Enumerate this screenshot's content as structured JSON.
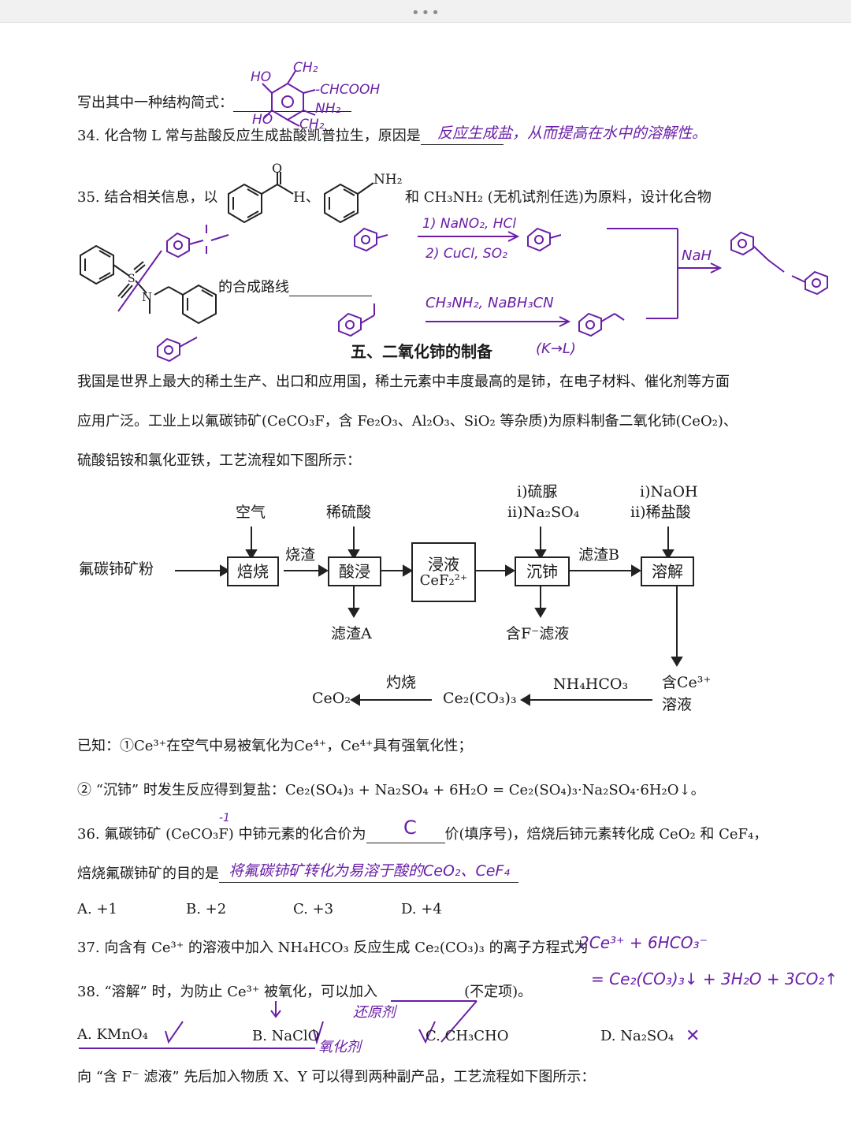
{
  "header": {
    "dots": "•••"
  },
  "q33": {
    "prompt": "写出其中一种结构简式："
  },
  "q34": {
    "text": "34. 化合物 L 常与盐酸反应生成盐酸凯普拉生，原因是",
    "hw_answer": "反应生成盐，从而提高在水中的溶解性。"
  },
  "q35": {
    "text_a": "35. 结合相关信息，以",
    "text_b": "、",
    "text_c": "和 CH₃NH₂ (无机试剂任选)为原料，设计化合物",
    "text_d": "的合成路线",
    "nh2": "NH₂",
    "h": "H",
    "o": "O",
    "hw_step1": "1) NaNO₂, HCl",
    "hw_step2": "2) CuCl, SO₂",
    "hw_step3": "CH₃NH₂, NaBH₃CN",
    "hw_step4": "NaH",
    "hw_note": "(K→L)"
  },
  "section5": {
    "title": "五、二氧化铈的制备",
    "para1": "我国是世界上最大的稀土生产、出口和应用国，稀土元素中丰度最高的是铈，在电子材料、催化剂等方面",
    "para2": "应用广泛。工业上以氟碳铈矿(CeCO₃F，含 Fe₂O₃、Al₂O₃、SiO₂ 等杂质)为原料制备二氧化铈(CeO₂)、",
    "para3": "硫酸铝铵和氯化亚铁，工艺流程如下图所示："
  },
  "flow": {
    "start": "氟碳铈矿粉",
    "air": "空气",
    "roast": "焙烧",
    "slag": "烧渣",
    "acid": "稀硫酸",
    "leach": "酸浸",
    "residueA": "滤渣A",
    "liquor_line1": "浸液",
    "liquor_line2": "CeF₂²⁺",
    "reagent1a": "i)硫脲",
    "reagent1b": "ii)Na₂SO₄",
    "precip": "沉铈",
    "filtrateF": "含F⁻滤液",
    "residueB": "滤渣B",
    "reagent2a": "i)NaOH",
    "reagent2b": "ii)稀盐酸",
    "dissolve": "溶解",
    "ce3_line1": "含Ce³⁺",
    "ce3_line2": "溶液",
    "nh4hco3": "NH₄HCO₃",
    "ce2co3": "Ce₂(CO₃)₃",
    "burn": "灼烧",
    "ceo2": "CeO₂"
  },
  "known": {
    "k1": "已知：①Ce³⁺在空气中易被氧化为Ce⁴⁺，Ce⁴⁺具有强氧化性；",
    "k2": "② “沉铈” 时发生反应得到复盐：Ce₂(SO₄)₃ + Na₂SO₄ + 6H₂O = Ce₂(SO₄)₃·Na₂SO₄·6H₂O↓。"
  },
  "q36": {
    "text_a": "36. 氟碳铈矿 (CeCO₃F) 中铈元素的化合价为",
    "text_b": "价(填序号)，焙烧后铈元素转化成 CeO₂ 和 CeF₄，",
    "text_c": "焙烧氟碳铈矿的目的是",
    "hw_choice": "C",
    "hw_answer": "将氟碳铈矿转化为易溶于酸的CeO₂、CeF₄",
    "hw_mark": "-1",
    "optA": "A.  +1",
    "optB": "B.  +2",
    "optC": "C.  +3",
    "optD": "D.  +4"
  },
  "q37": {
    "text": "37. 向含有 Ce³⁺ 的溶液中加入 NH₄HCO₃ 反应生成 Ce₂(CO₃)₃ 的离子方程式为",
    "hw_part1": "2Ce³⁺ + 6HCO₃⁻",
    "hw_part2": "= Ce₂(CO₃)₃↓ + 3H₂O + 3CO₂↑"
  },
  "q38": {
    "text_a": "38. “溶解” 时，为防止 Ce³⁺ 被氧化，可以加入",
    "text_b": "(不定项)。",
    "hw_note": "还原剂",
    "hw_oxid": "氧化剂",
    "optA": "A. KMnO₄",
    "optB": "B. NaClO",
    "optC": "C. CH₃CHO",
    "optD": "D. Na₂SO₄",
    "hw_cross": "✕"
  },
  "tail": {
    "text": "向 “含 F⁻ 滤液” 先后加入物质 X、Y 可以得到两种副产品，工艺流程如下图所示："
  }
}
